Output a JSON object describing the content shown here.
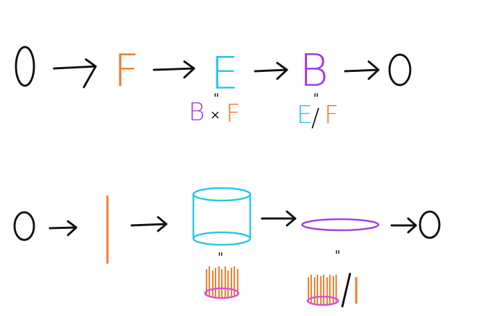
{
  "colors": {
    "ink": "#111111",
    "orange": "#f47a2a",
    "cyan": "#27c7e6",
    "purple": "#a53be0",
    "pink": "#d84fd6"
  },
  "row1": {
    "zero_left": "0",
    "F": "F",
    "E": "E",
    "B": "B",
    "zero_right": "0",
    "under_E": {
      "B": "B",
      "times": "×",
      "F": "F",
      "eq": "\""
    },
    "under_B": {
      "E": "E",
      "slash": "/",
      "F": "F",
      "eq": "\""
    }
  },
  "row2": {
    "zero_left": "0",
    "zero_right": "0",
    "eq_cylinder": "\"",
    "eq_disk": "\"",
    "quotient_slash": "/",
    "quotient_interval": "|"
  },
  "icons": {
    "arrow": "right-arrow-icon",
    "interval": "interval-icon",
    "cylinder": "cylinder-icon",
    "disk": "ellipse-icon",
    "fibered_cylinder": "fibered-cylinder-icon"
  }
}
